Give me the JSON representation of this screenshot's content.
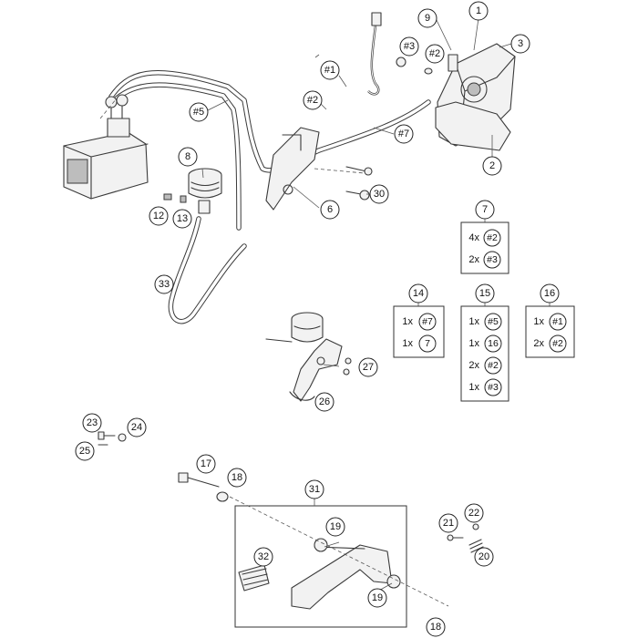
{
  "callouts": {
    "c1": "1",
    "c2": "2",
    "c3": "3",
    "c6": "6",
    "c8": "8",
    "c9": "9",
    "c12": "12",
    "c13": "13",
    "c17": "17",
    "c18a": "18",
    "c18b": "18",
    "c19a": "19",
    "c19b": "19",
    "c20": "20",
    "c21": "21",
    "c22": "22",
    "c23": "23",
    "c24": "24",
    "c25": "25",
    "c26": "26",
    "c27": "27",
    "c30": "30",
    "c31": "31",
    "c32": "32",
    "c33": "33",
    "h1": "#1",
    "h2a": "#2",
    "h2b": "#2",
    "h3": "#3",
    "h5": "#5",
    "h7": "#7"
  },
  "kits": {
    "k7": {
      "label": "7",
      "items": [
        {
          "qty": "4x",
          "ref": "#2"
        },
        {
          "qty": "2x",
          "ref": "#3"
        }
      ]
    },
    "k14": {
      "label": "14",
      "items": [
        {
          "qty": "1x",
          "ref": "#7"
        },
        {
          "qty": "1x",
          "ref": "7"
        }
      ]
    },
    "k15": {
      "label": "15",
      "items": [
        {
          "qty": "1x",
          "ref": "#5"
        },
        {
          "qty": "1x",
          "ref": "16"
        },
        {
          "qty": "2x",
          "ref": "#2"
        },
        {
          "qty": "1x",
          "ref": "#3"
        }
      ]
    },
    "k16": {
      "label": "16",
      "items": [
        {
          "qty": "1x",
          "ref": "#1"
        },
        {
          "qty": "2x",
          "ref": "#2"
        }
      ]
    }
  }
}
